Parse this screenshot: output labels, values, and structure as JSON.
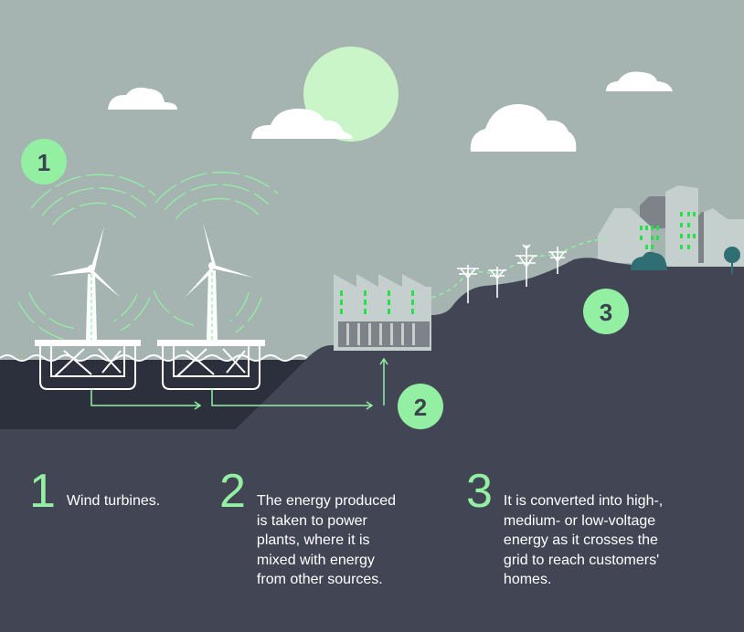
{
  "diagram": {
    "badges": [
      {
        "label": "1"
      },
      {
        "label": "2"
      },
      {
        "label": "3"
      }
    ],
    "steps": [
      {
        "number": "1",
        "text": "Wind turbines."
      },
      {
        "number": "2",
        "text": "The energy produced\nis taken to power\nplants, where it is\nmixed with energy\nfrom other sources."
      },
      {
        "number": "3",
        "text": "It is converted into high-,\nmedium- or low-voltage\nenergy as it crosses the\ngrid to reach customers'\nhomes."
      }
    ]
  },
  "colors": {
    "sky": "#a5b3b1",
    "ground": "#424654",
    "sea": "#2b303c",
    "accent_green": "#93f0a3",
    "bright_green": "#27e04a",
    "white": "#ffffff",
    "building_light": "#c5cfcd",
    "building_dark": "#7d8389",
    "sun": "#c9f5c9"
  },
  "icons": [
    "wind-turbine-icon",
    "power-plant-icon",
    "pylon-icon",
    "cloud-icon",
    "sun-icon",
    "house-icon",
    "tree-icon",
    "bush-icon"
  ]
}
